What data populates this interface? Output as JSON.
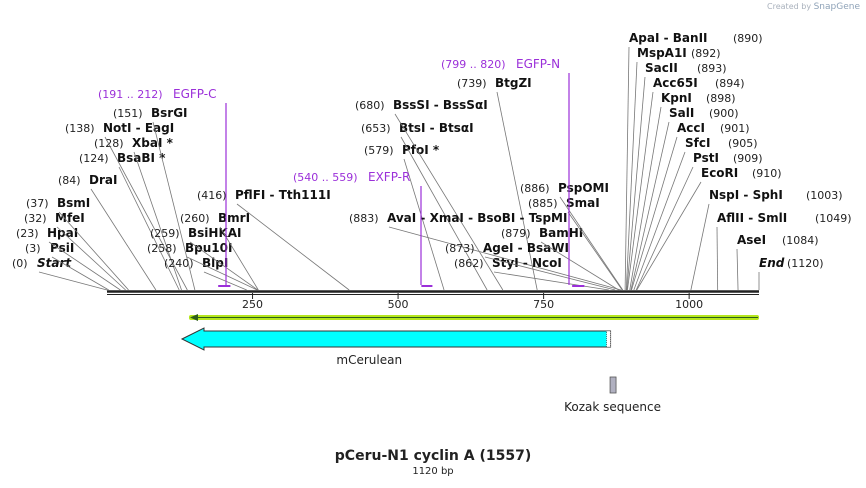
{
  "credit": {
    "prefix": "Created by",
    "brand": "SnapGene"
  },
  "title": "pCeru-N1 cyclin A (1557)",
  "subtitle": "1120 bp",
  "sequence_length": 1120,
  "colors": {
    "backbone": "#222222",
    "site_line": "#777777",
    "feature_purple": "#9b30d9",
    "cds_fill": "#00ffff",
    "orf_green": "#b5e61d",
    "kozak": "#b0b0c0"
  },
  "scale_ticks": [
    {
      "pos": 250,
      "label": "250"
    },
    {
      "pos": 500,
      "label": "500"
    },
    {
      "pos": 750,
      "label": "750"
    },
    {
      "pos": 1000,
      "label": "1000"
    }
  ],
  "sites": [
    {
      "site": 0,
      "label": "Start",
      "num": "(0)",
      "italic": true
    },
    {
      "site": 3,
      "label": "PsiI",
      "num": "(3)"
    },
    {
      "site": 23,
      "label": "HpaI",
      "num": "(23)"
    },
    {
      "site": 32,
      "label": "MfeI",
      "num": "(32)"
    },
    {
      "site": 37,
      "label": "BsmI",
      "num": "(37)"
    },
    {
      "site": 84,
      "label": "DraI",
      "num": "(84)"
    },
    {
      "site": 124,
      "label": "BsaBI *",
      "num": "(124)"
    },
    {
      "site": 128,
      "label": "XbaI *",
      "num": "(128)"
    },
    {
      "site": 138,
      "label": "NotI  -  EagI",
      "num": "(138)"
    },
    {
      "site": 151,
      "label": "BsrGI",
      "num": "(151)"
    },
    {
      "site": 240,
      "label": "BlpI",
      "num": "(240)"
    },
    {
      "site": 258,
      "label": "Bpu10I",
      "num": "(258)"
    },
    {
      "site": 259,
      "label": "BsiHKAI",
      "num": "(259)"
    },
    {
      "site": 260,
      "label": "BmrI",
      "num": "(260)"
    },
    {
      "site": 416,
      "label": "PflFI  -  Tth111I",
      "num": "(416)"
    },
    {
      "site": 579,
      "label": "PfoI *",
      "num": "(579)"
    },
    {
      "site": 653,
      "label": "BtsI  -  BtsαI",
      "num": "(653)"
    },
    {
      "site": 680,
      "label": "BssSI  -  BssSαI",
      "num": "(680)"
    },
    {
      "site": 739,
      "label": "BtgZI",
      "num": "(739)"
    },
    {
      "site": 883,
      "label": "AvaI  -  XmaI  -  BsoBI  -  TspMI",
      "num": "(883)"
    },
    {
      "site": 862,
      "label": "StyI  -  NcoI",
      "num": "(862)"
    },
    {
      "site": 873,
      "label": "AgeI  -  BsaWI",
      "num": "(873)"
    },
    {
      "site": 879,
      "label": "BamHI",
      "num": "(879)"
    },
    {
      "site": 885,
      "label": "SmaI",
      "num": "(885)"
    },
    {
      "site": 886,
      "label": "PspOMI",
      "num": "(886)"
    },
    {
      "site": 890,
      "label": "ApaI  -  BanII",
      "num": "(890)"
    },
    {
      "site": 892,
      "label": "MspA1I",
      "num": "(892)"
    },
    {
      "site": 893,
      "label": "SacII",
      "num": "(893)"
    },
    {
      "site": 894,
      "label": "Acc65I",
      "num": "(894)"
    },
    {
      "site": 898,
      "label": "KpnI",
      "num": "(898)"
    },
    {
      "site": 900,
      "label": "SalI",
      "num": "(900)"
    },
    {
      "site": 901,
      "label": "AccI",
      "num": "(901)"
    },
    {
      "site": 905,
      "label": "SfcI",
      "num": "(905)"
    },
    {
      "site": 909,
      "label": "PstI",
      "num": "(909)"
    },
    {
      "site": 910,
      "label": "EcoRI",
      "num": "(910)"
    },
    {
      "site": 1003,
      "label": "NspI  -  SphI",
      "num": "(1003)"
    },
    {
      "site": 1049,
      "label": "AflII  -  SmlI",
      "num": "(1049)"
    },
    {
      "site": 1084,
      "label": "AseI",
      "num": "(1084)"
    },
    {
      "site": 1120,
      "label": "End",
      "num": "(1120)",
      "italic": true
    }
  ],
  "primers": [
    {
      "name": "EGFP-C",
      "range": "(191 .. 212)",
      "start": 191,
      "end": 212
    },
    {
      "name": "EXFP-R",
      "range": "(540 .. 559)",
      "start": 540,
      "end": 559
    },
    {
      "name": "EGFP-N",
      "range": "(799 .. 820)",
      "start": 799,
      "end": 820
    }
  ],
  "features": [
    {
      "name": "mCerulean",
      "type": "CDS",
      "start": 146,
      "end": 865,
      "direction": "reverse"
    },
    {
      "name": "Kozak sequence",
      "type": "regulatory",
      "start": 865,
      "end": 874
    }
  ],
  "orf": {
    "start": 146,
    "end": 1120,
    "direction": "reverse"
  }
}
